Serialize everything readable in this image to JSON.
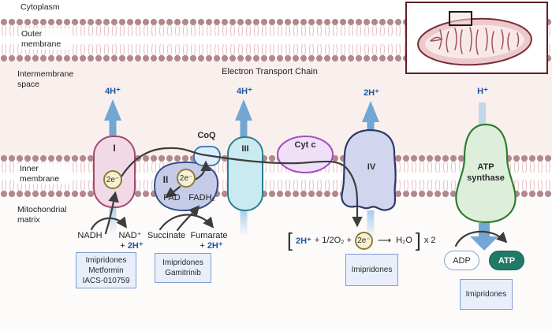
{
  "labels": {
    "cytoplasm": "Cytoplasm",
    "outer_membrane": "Outer membrane",
    "intermembrane_space": "Intermembrane space",
    "inner_membrane": "Inner membrane",
    "mitochondrial_matrix": "Mitochondrial matrix"
  },
  "title": "Electron Transport Chain",
  "protons": {
    "complex1": "4H⁺",
    "complex3": "4H⁺",
    "complex4": "2H⁺",
    "synthase": "H⁺"
  },
  "complexes": {
    "c1": "I",
    "c2": "II",
    "c3": "III",
    "c4": "IV",
    "coq": "CoQ",
    "cytc": "Cyt c",
    "atp_line1": "ATP",
    "atp_line2": "synthase"
  },
  "electron_pair": "2e⁻",
  "matrix": {
    "nadh": "NADH",
    "nad": "NAD⁺",
    "plus": "+",
    "two_h": "2H⁺",
    "succinate": "Succinate",
    "fumarate": "Fumarate",
    "fad": "FAD",
    "fadh2": "FADH₂"
  },
  "reaction": {
    "bracket_open": "[",
    "h": "2H⁺",
    "middle": "+ 1/2O₂ +",
    "electrons": "2e⁻",
    "arrow": "⟶",
    "product": "H₂O",
    "bracket_close": "]",
    "multiplier": "x 2"
  },
  "molecules": {
    "adp": "ADP",
    "atp": "ATP"
  },
  "drug_boxes": {
    "complex1": [
      "Imipridones",
      "Metformin",
      "IACS-010759"
    ],
    "complex2": [
      "Imipridones",
      "Gamitrinib"
    ],
    "complex4": [
      "Imipridones"
    ],
    "synthase": [
      "Imipridones"
    ]
  },
  "colors": {
    "proton_text_blue": "#1c55a4",
    "pump_arrow_blue": "#72a7d4",
    "electron_line": "#3d3d3d",
    "membrane_head": "#b2888d",
    "membrane_tail": "#e9c4c7",
    "intermembrane_bg": "#f9efed",
    "complex1_fill": "#f2d9e6",
    "complex2_fill": "#c6cce7",
    "complex3_fill": "#c9eaf0",
    "complex4_fill": "#d2d5ee",
    "cytc_fill": "#efe0f8",
    "coq_fill": "#dceefb",
    "atp_synthase_fill": "#ddefdb",
    "atp_pill_fill": "#1f7a67",
    "drug_box_border": "#7e9bd2",
    "inset_border": "#5e2026"
  }
}
